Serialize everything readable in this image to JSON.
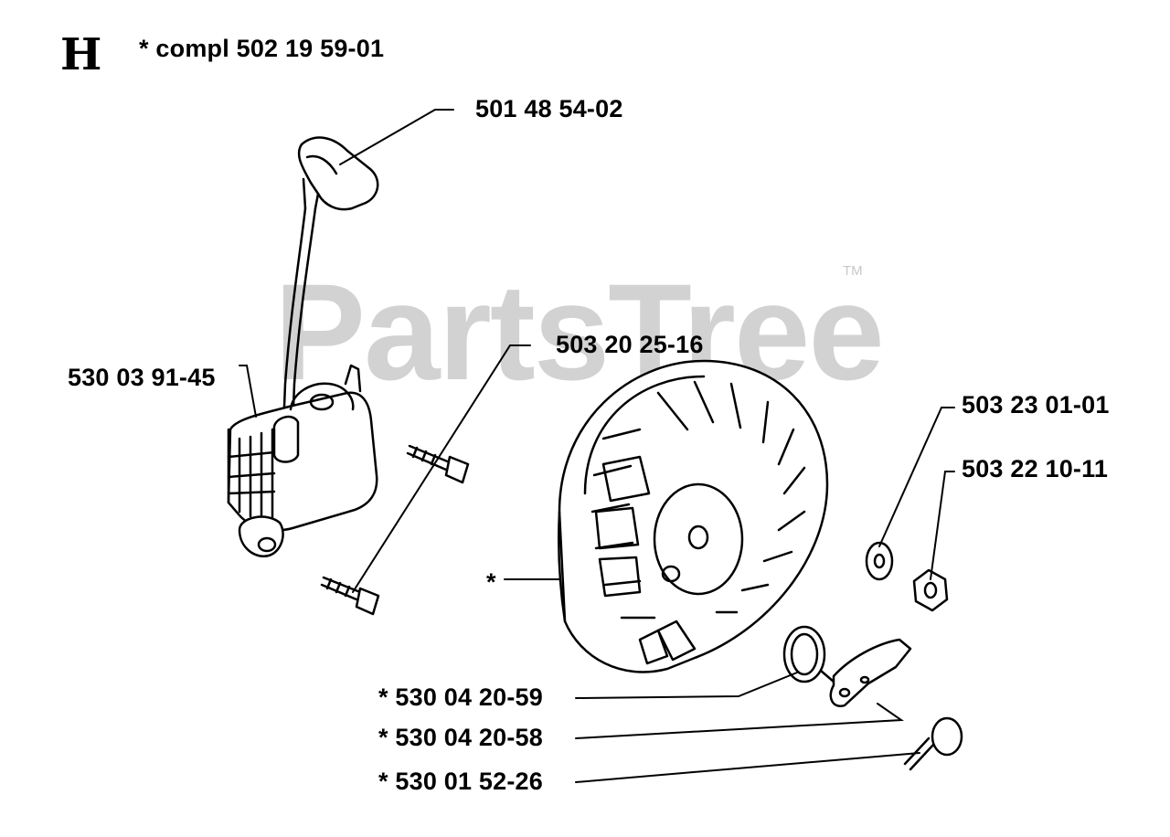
{
  "header": {
    "section_letter": "H",
    "kit_note": "*  compl 502 19 59-01"
  },
  "watermark": {
    "text": "PartsTree",
    "trademark": "TM"
  },
  "callouts": [
    {
      "id": "ignition-lead-boot",
      "part_number": "501 48 54-02"
    },
    {
      "id": "ignition-module-screw",
      "part_number": "503 20 25-16"
    },
    {
      "id": "ignition-module",
      "part_number": "530 03 91-45"
    },
    {
      "id": "flywheel-washer",
      "part_number": "503 23 01-01"
    },
    {
      "id": "flywheel-nut",
      "part_number": "503 22 10-11"
    },
    {
      "id": "flywheel",
      "part_number": "*"
    },
    {
      "id": "pawl-spring",
      "part_number": "*  530 04 20-59"
    },
    {
      "id": "starter-pawl",
      "part_number": "*  530 04 20-58"
    },
    {
      "id": "pawl-pin",
      "part_number": "*  530 01 52-26"
    }
  ]
}
